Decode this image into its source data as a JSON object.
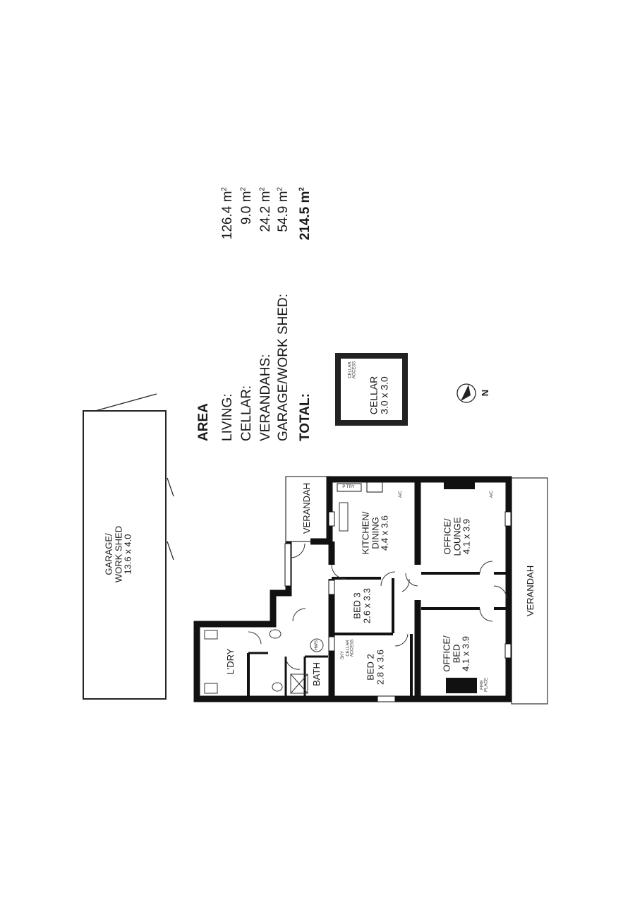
{
  "area": {
    "heading": "AREA",
    "rows": [
      {
        "label": "LIVING:",
        "value": "126.4 m",
        "unit_sup": "2"
      },
      {
        "label": "CELLAR:",
        "value": "9.0 m",
        "unit_sup": "2"
      },
      {
        "label": "VERANDAHS:",
        "value": "24.2 m",
        "unit_sup": "2"
      },
      {
        "label": "GARAGE/WORK SHED:",
        "value": "54.9 m",
        "unit_sup": "2"
      }
    ],
    "total": {
      "label": "TOTAL:",
      "value": "214.5 m",
      "unit_sup": "2"
    }
  },
  "garage": {
    "name": "GARAGE/",
    "name2": "WORK SHED",
    "size": "13.6 x 4.0"
  },
  "cellar": {
    "name": "CELLAR",
    "size": "3.0 x 3.0",
    "access": "CELLAR ACCESS"
  },
  "compass": {
    "label": "N"
  },
  "rooms": {
    "kitchen": {
      "name": "KITCHEN/",
      "name2": "DINING",
      "size": "4.4 x 3.6"
    },
    "office_lounge": {
      "name": "OFFICE/",
      "name2": "LOUNGE",
      "size": "4.1 x 3.9"
    },
    "bed3": {
      "name": "BED 3",
      "size": "2.6 x 3.3"
    },
    "bed2": {
      "name": "BED 2",
      "size": "2.8 x 3.6"
    },
    "office_bed": {
      "name": "OFFICE/",
      "name2": "BED",
      "size": "4.1 x 3.9"
    },
    "laundry": {
      "name": "L'DRY"
    },
    "bath": {
      "name": "BATH"
    },
    "verandah_top": {
      "name": "VERANDAH"
    },
    "verandah_right": {
      "name": "VERANDAH"
    }
  },
  "fixtures": {
    "pantry": "P TRY",
    "ac1": "A/C",
    "ac2": "A/C",
    "hws": "HWS",
    "cellar_access": "CELLAR ACCESS",
    "sky": "SKY",
    "fireplace": "FIRE PLACE"
  }
}
